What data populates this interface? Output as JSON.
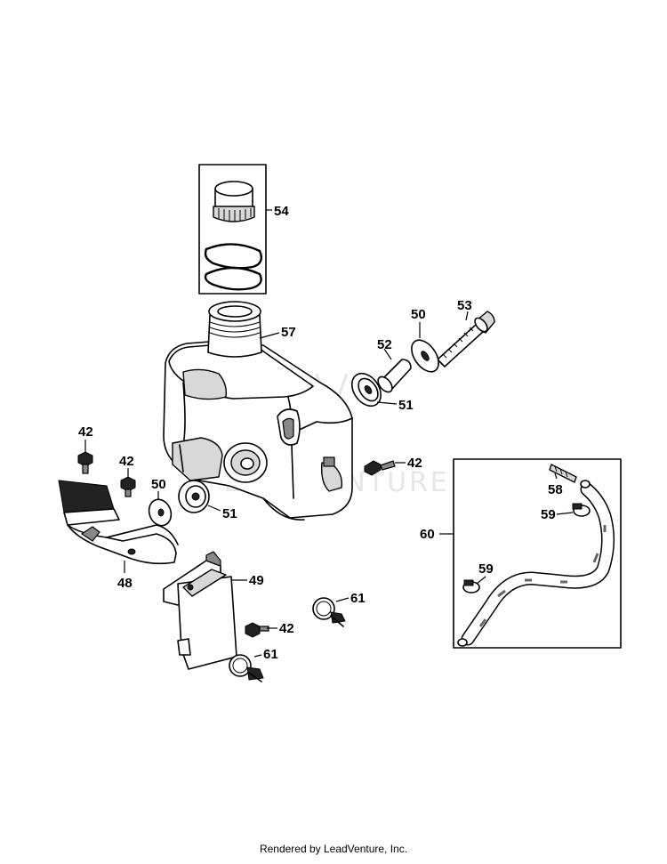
{
  "watermark": "LEADVENTURE",
  "footer": "Rendered by LeadVenture, Inc.",
  "callouts": {
    "c54": "54",
    "c57": "57",
    "c50a": "50",
    "c53": "53",
    "c52": "52",
    "c51a": "51",
    "c42a": "42",
    "c42b": "42",
    "c42c": "42",
    "c42d": "42",
    "c50b": "50",
    "c51b": "51",
    "c58": "58",
    "c59a": "59",
    "c59b": "59",
    "c60": "60",
    "c48": "48",
    "c49": "49",
    "c61a": "61",
    "c61b": "61"
  }
}
